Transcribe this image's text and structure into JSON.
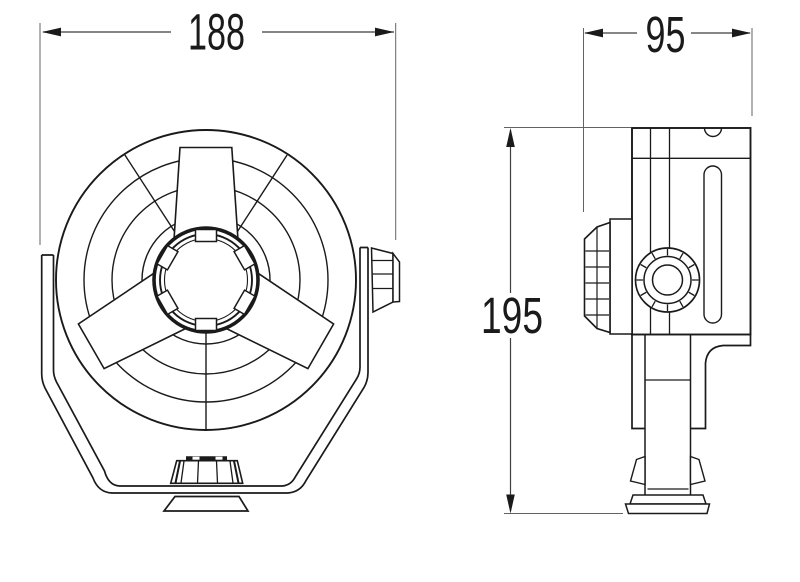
{
  "drawing": {
    "background": "#ffffff",
    "line_color": "#1a1a1a",
    "dimension_line_color": "#3f3f3f",
    "views": [
      {
        "id": "front-view"
      },
      {
        "id": "side-view"
      }
    ],
    "dimensions": {
      "width": {
        "value": "188"
      },
      "depth": {
        "value": "95"
      },
      "height": {
        "value": "195"
      }
    }
  }
}
